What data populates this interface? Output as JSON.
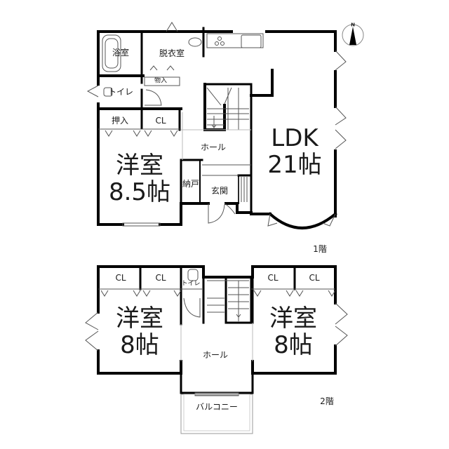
{
  "floor1": {
    "label": "1階",
    "rooms": {
      "bath": "浴室",
      "dressing": "脱衣室",
      "storage_small": "物入",
      "toilet": "トイレ",
      "oshiire": "押入",
      "closet": "CL",
      "western_name": "洋室",
      "western_size": "8.5帖",
      "hall": "ホール",
      "nando": "納戸",
      "entrance": "玄関",
      "ldk_name": "LDK",
      "ldk_size": "21帖"
    }
  },
  "floor2": {
    "label": "2階",
    "rooms": {
      "closet_1": "CL",
      "closet_2": "CL",
      "closet_3": "CL",
      "closet_4": "CL",
      "toilet": "トイレ",
      "west_room_name": "洋室",
      "west_room_size": "8帖",
      "east_room_name": "洋室",
      "east_room_size": "8帖",
      "hall": "ホール",
      "balcony": "バルコニー"
    }
  },
  "compass": {
    "north_label": "N"
  },
  "colors": {
    "wall": "#000000",
    "thin_line": "#888888",
    "background": "#ffffff"
  }
}
